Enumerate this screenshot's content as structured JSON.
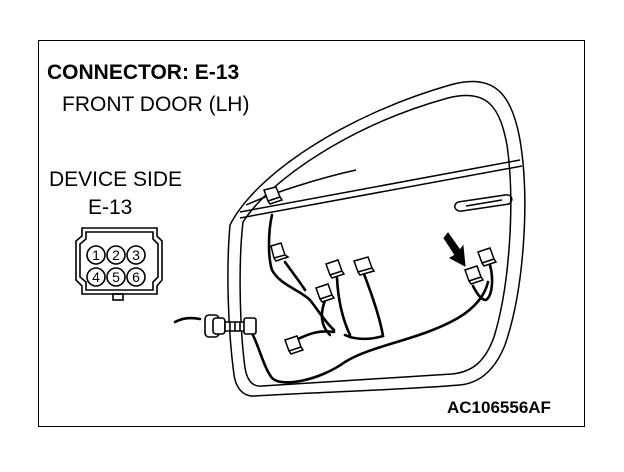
{
  "diagram": {
    "title": "CONNECTOR: E-13",
    "subtitle": "FRONT DOOR (LH)",
    "device_side_label": "DEVICE SIDE",
    "device_id": "E-13",
    "figure_code": "AC106556AF",
    "pins": [
      "1",
      "2",
      "3",
      "4",
      "5",
      "6"
    ]
  }
}
